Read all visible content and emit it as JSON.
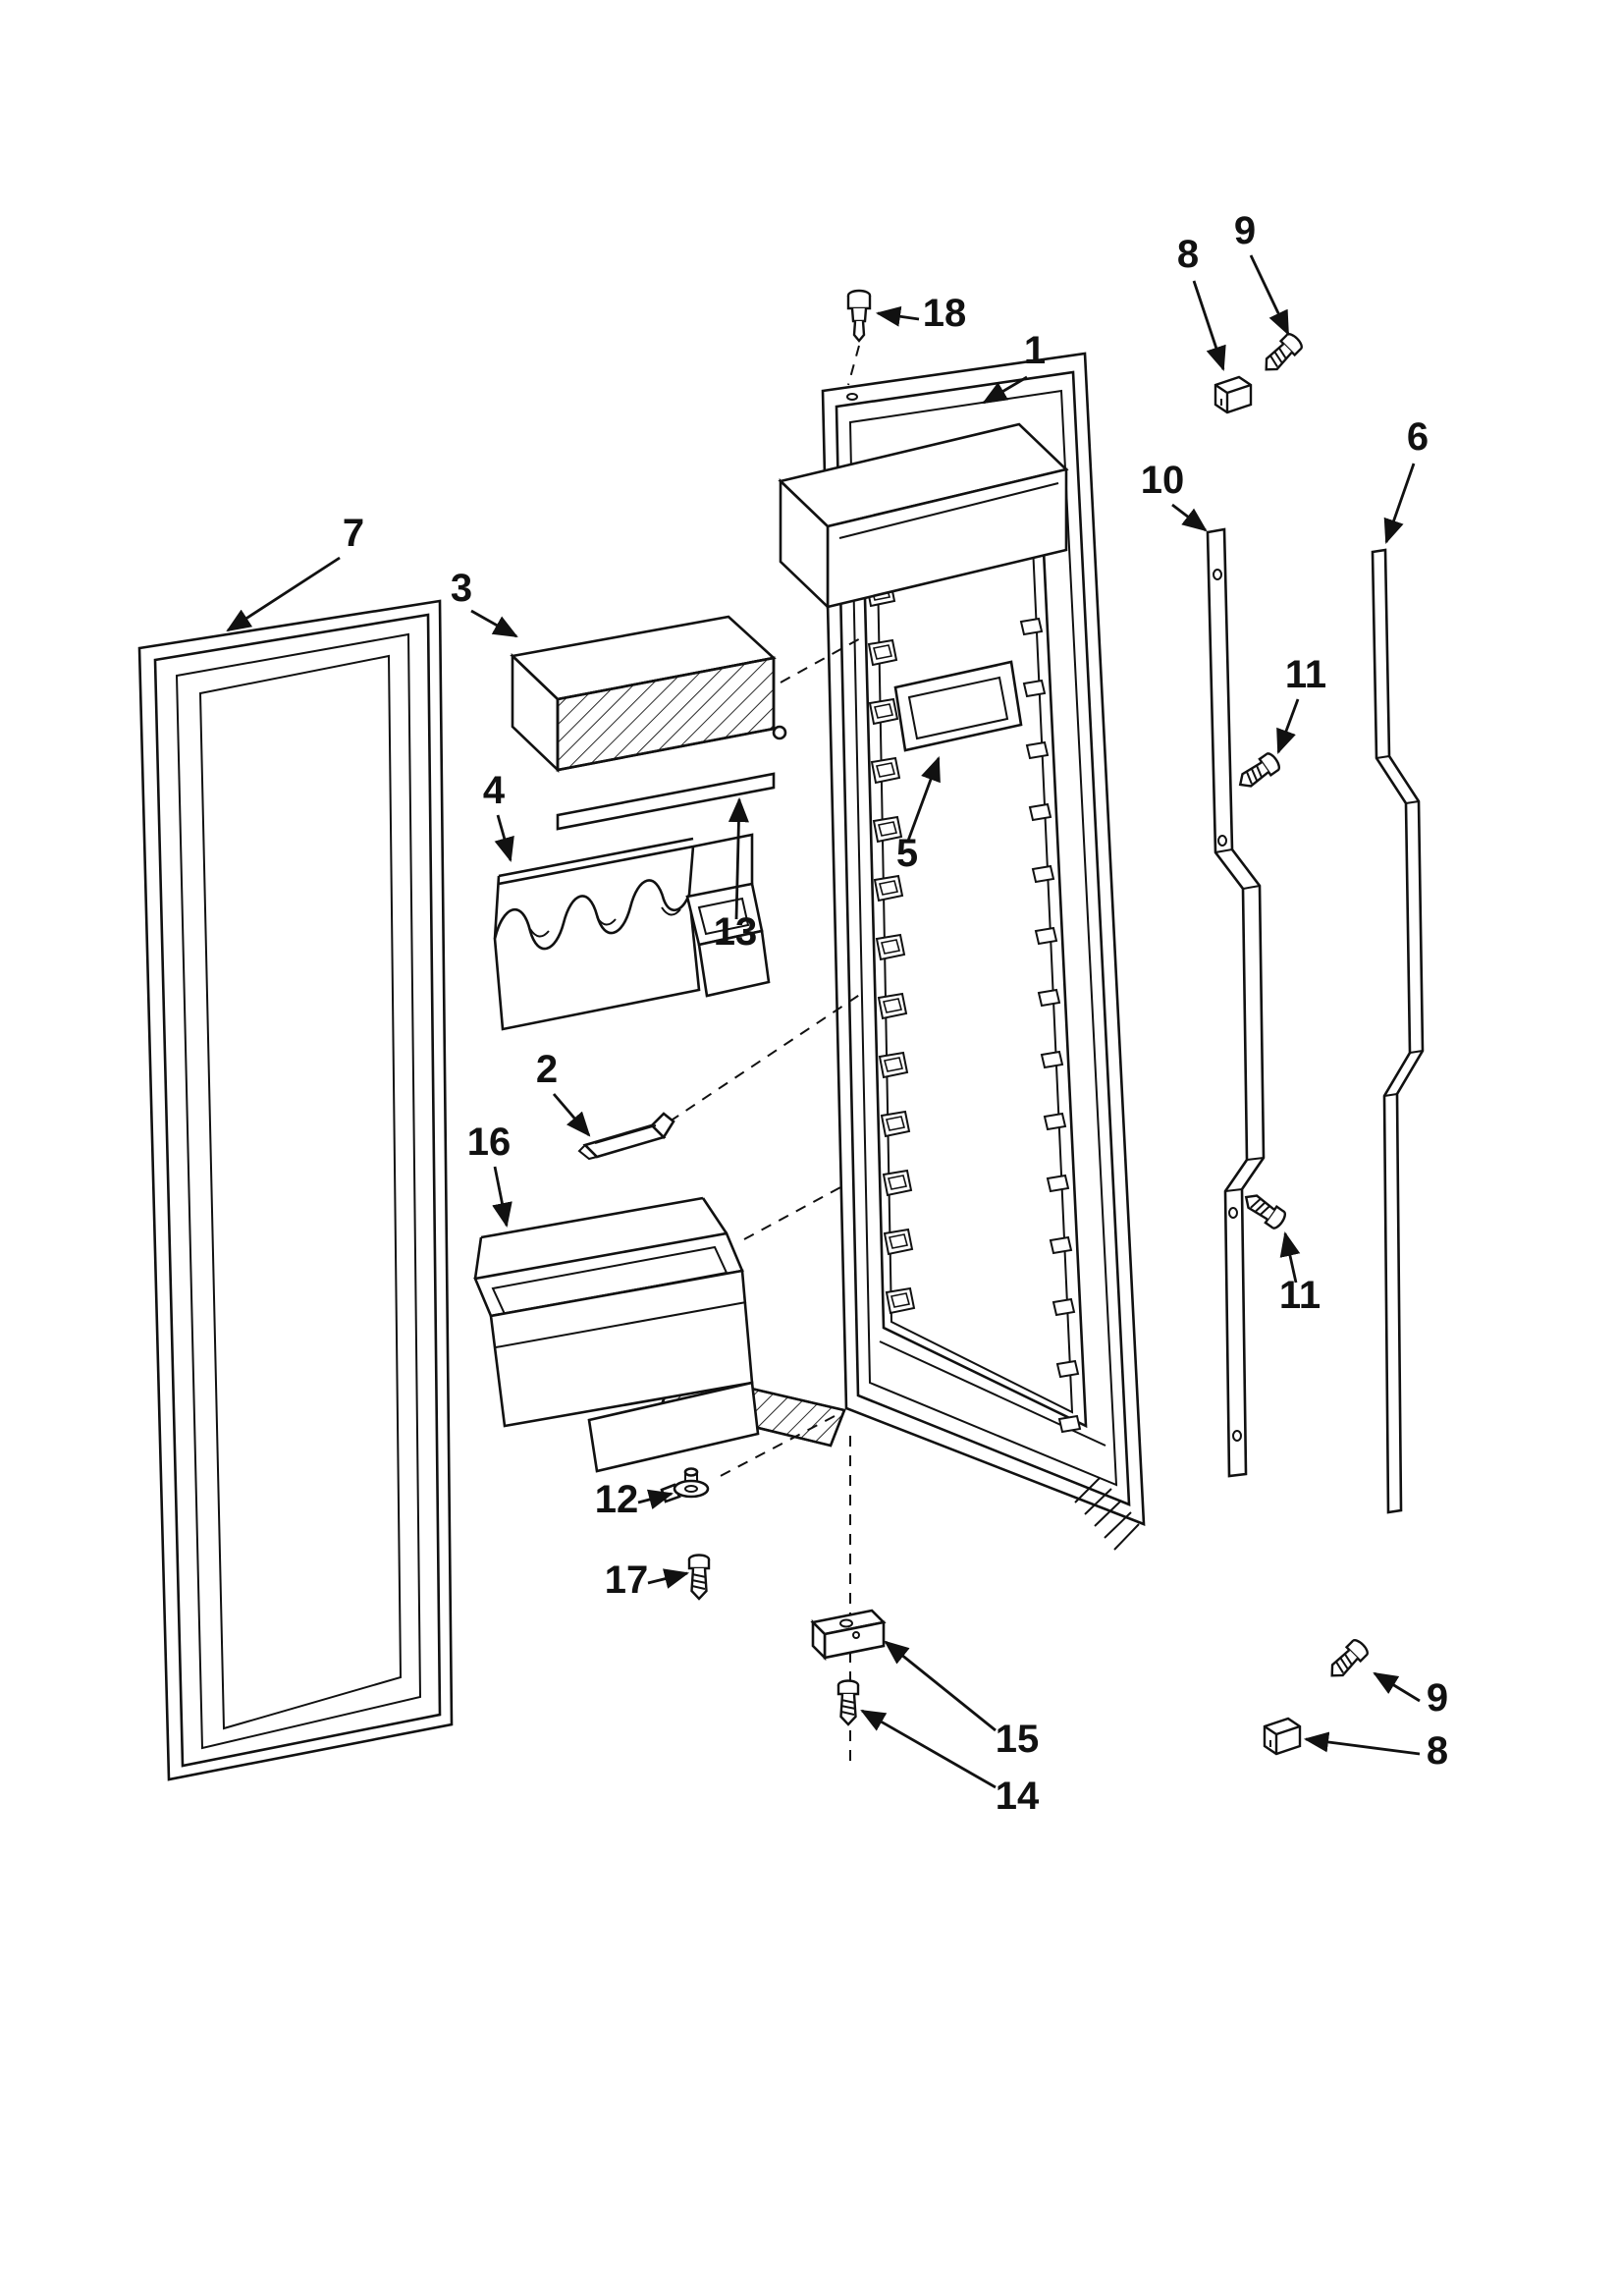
{
  "figure": {
    "description": "Exploded parts diagram of a refrigerator door (door liner, gasket, shelves, bins, trims, handle and hinge hardware) with numbered callouts"
  },
  "colors": {
    "ink": "#111111",
    "paper": "#ffffff"
  },
  "callouts": [
    {
      "id": "callout-18",
      "label": "18"
    },
    {
      "id": "callout-1",
      "label": "1"
    },
    {
      "id": "callout-8-top",
      "label": "8"
    },
    {
      "id": "callout-9-top",
      "label": "9"
    },
    {
      "id": "callout-6",
      "label": "6"
    },
    {
      "id": "callout-10",
      "label": "10"
    },
    {
      "id": "callout-7",
      "label": "7"
    },
    {
      "id": "callout-3",
      "label": "3"
    },
    {
      "id": "callout-11-upper",
      "label": "11"
    },
    {
      "id": "callout-5",
      "label": "5"
    },
    {
      "id": "callout-13",
      "label": "13"
    },
    {
      "id": "callout-4",
      "label": "4"
    },
    {
      "id": "callout-2",
      "label": "2"
    },
    {
      "id": "callout-16",
      "label": "16"
    },
    {
      "id": "callout-11-lower",
      "label": "11"
    },
    {
      "id": "callout-12",
      "label": "12"
    },
    {
      "id": "callout-17",
      "label": "17"
    },
    {
      "id": "callout-15",
      "label": "15"
    },
    {
      "id": "callout-14",
      "label": "14"
    },
    {
      "id": "callout-9-bottom",
      "label": "9"
    },
    {
      "id": "callout-8-bottom",
      "label": "8"
    }
  ]
}
